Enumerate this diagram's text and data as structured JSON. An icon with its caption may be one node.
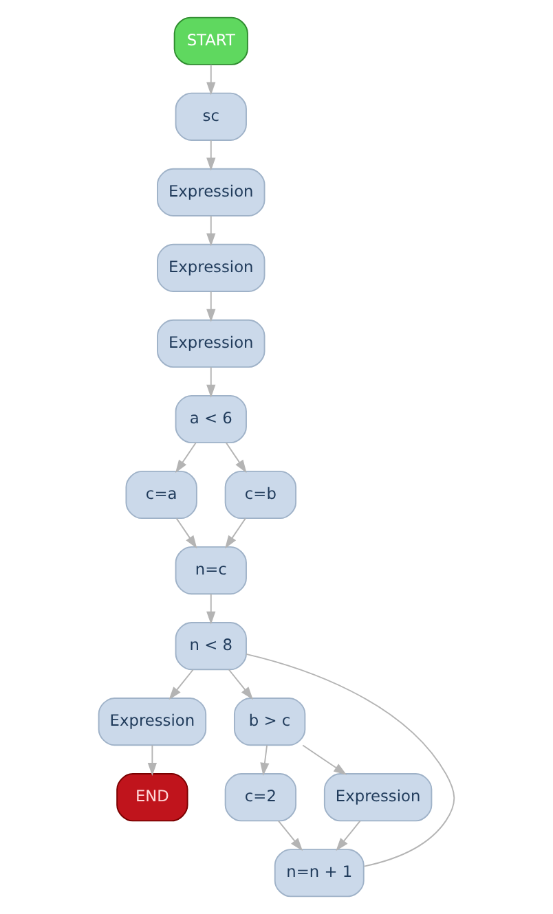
{
  "diagram": {
    "nodes": [
      {
        "text": [
          "START"
        ]
      },
      {
        "text": [
          "sc"
        ]
      },
      {
        "text": [
          "Expression"
        ]
      },
      {
        "text": [
          "Expression"
        ]
      },
      {
        "text": [
          "Expression"
        ]
      },
      {
        "text": [
          "a < 6"
        ]
      },
      {
        "text": [
          "c=a"
        ]
      },
      {
        "text": [
          "c=b"
        ]
      },
      {
        "text": [
          "n=c"
        ]
      },
      {
        "text": [
          "n < 8"
        ]
      },
      {
        "text": [
          "Expression"
        ]
      },
      {
        "text": [
          "END"
        ]
      },
      {
        "text": [
          "n=n + 1"
        ]
      },
      {
        "text": [
          "c=2"
        ]
      },
      {
        "text": [
          "b > c"
        ]
      },
      {
        "text": [
          "Expression"
        ]
      }
    ],
    "edges": [
      {
        "from": 0,
        "to": 1,
        "arrow": "to"
      },
      {
        "from": 1,
        "to": 2,
        "arrow": "to"
      },
      {
        "from": 2,
        "to": 3,
        "arrow": "to"
      },
      {
        "from": 3,
        "to": 4,
        "arrow": "to"
      },
      {
        "from": 4,
        "to": 5,
        "arrow": "to"
      },
      {
        "from": 5,
        "to": 6,
        "arrow": "to"
      },
      {
        "from": 5,
        "to": 7,
        "arrow": "to"
      },
      {
        "from": 6,
        "to": 8,
        "arrow": "to"
      },
      {
        "from": 7,
        "to": 8,
        "arrow": "to"
      },
      {
        "from": 8,
        "to": 9,
        "arrow": "to"
      },
      {
        "from": 9,
        "to": 10,
        "arrow": "to"
      },
      {
        "from": 10,
        "to": 11,
        "arrow": "to"
      },
      {
        "from": 9,
        "to": 14,
        "arrow": "to"
      },
      {
        "from": 14,
        "to": 13,
        "arrow": "to"
      },
      {
        "from": 13,
        "to": 12,
        "arrow": "to"
      },
      {
        "from": 14,
        "to": 15,
        "arrow": "to"
      },
      {
        "from": 15,
        "to": 12,
        "arrow": "to"
      },
      {
        "from": 12,
        "to": 9,
        "arrow": "none"
      }
    ]
  }
}
